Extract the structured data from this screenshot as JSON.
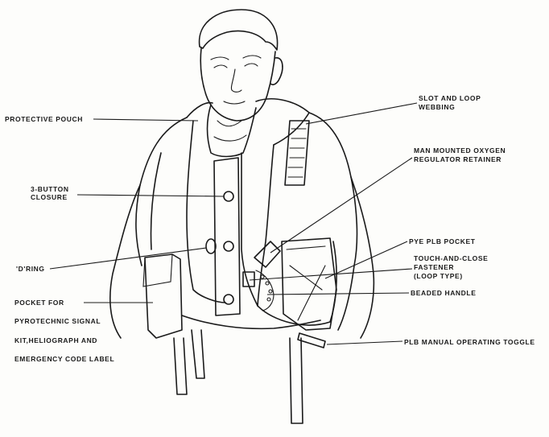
{
  "labels": {
    "protective_pouch": "PROTECTIVE POUCH",
    "button_closure_1": "3-BUTTON",
    "button_closure_2": "CLOSURE",
    "d_ring": "'D'RING",
    "pocket_line1": "POCKET FOR",
    "pocket_line2": "PYROTECHNIC SIGNAL",
    "pocket_line3": "KIT,HELIOGRAPH AND",
    "pocket_line4": "EMERGENCY CODE LABEL",
    "slot_loop_1": "SLOT AND LOOP",
    "slot_loop_2": "WEBBING",
    "regulator_1": "MAN MOUNTED OXYGEN",
    "regulator_2": "REGULATOR RETAINER",
    "pye_plb": "PYE PLB POCKET",
    "touch_close_1": "TOUCH-AND-CLOSE",
    "touch_close_2": "FASTENER",
    "touch_close_3": "(LOOP TYPE)",
    "beaded_handle": "BEADED HANDLE",
    "plb_toggle": "PLB MANUAL OPERATING TOGGLE"
  },
  "colors": {
    "ink": "#1a1a1a",
    "paper": "#fdfdfb"
  }
}
